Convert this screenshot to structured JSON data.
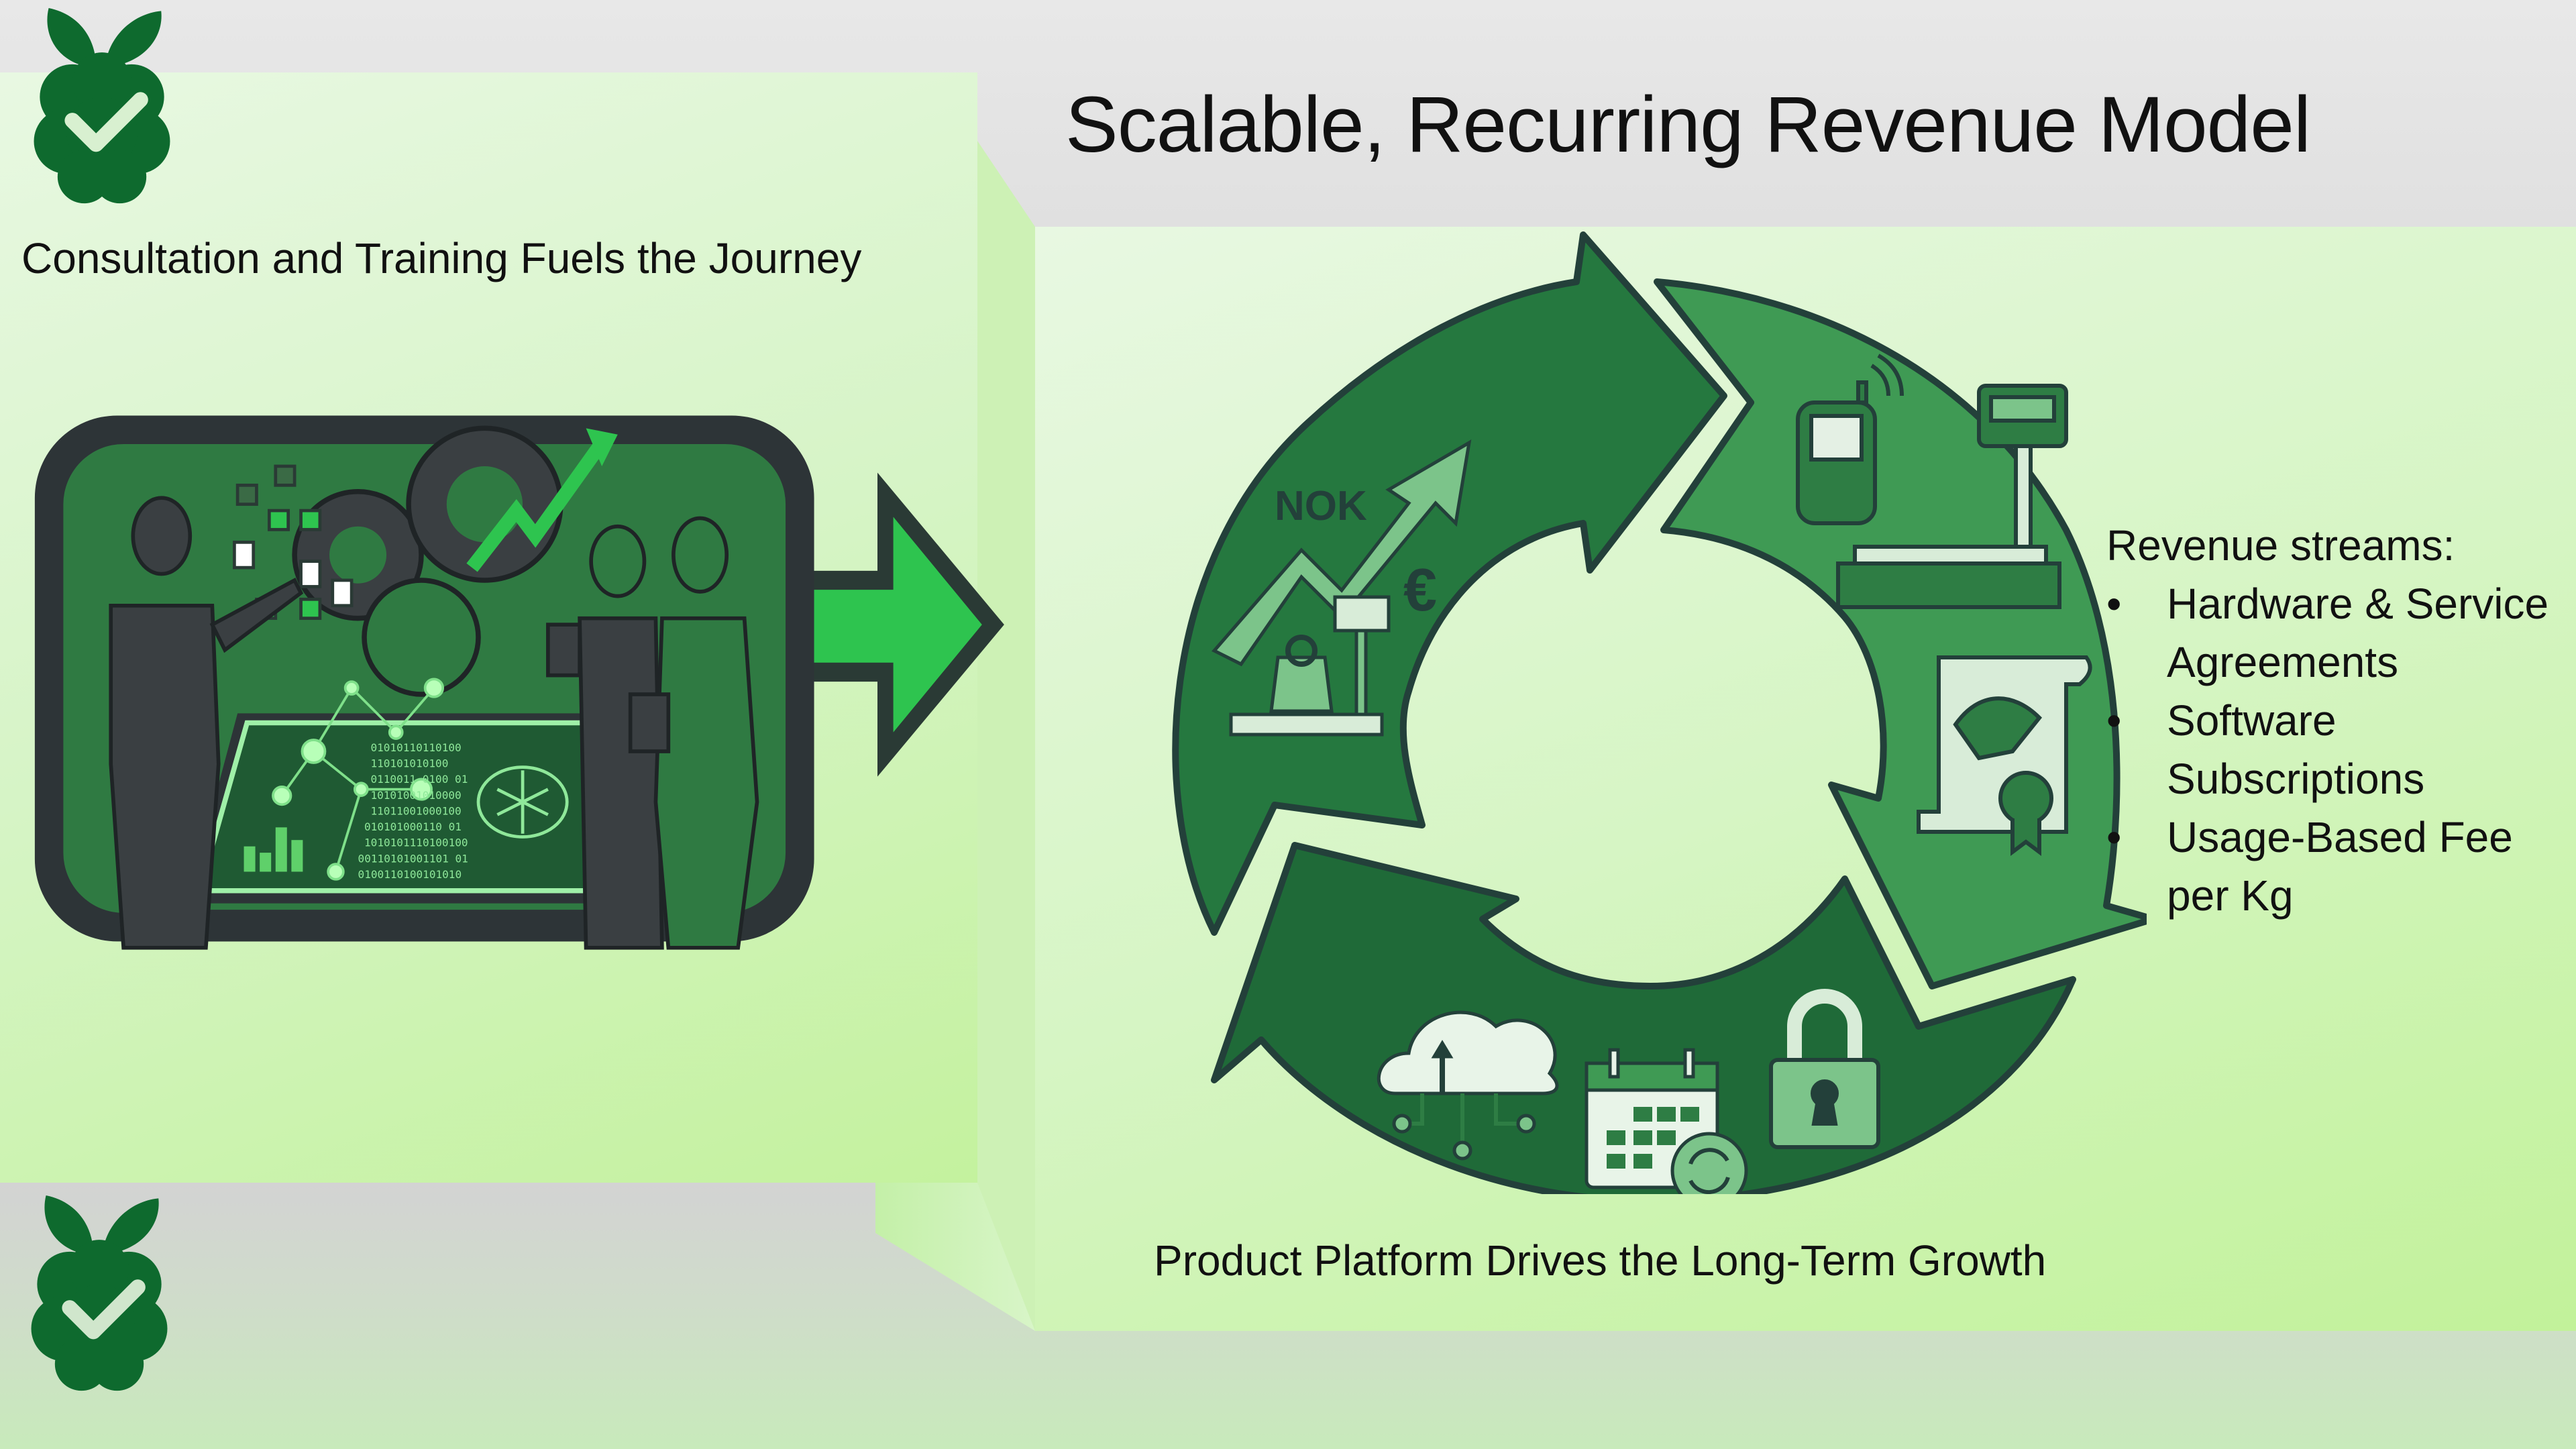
{
  "slide": {
    "title": "Scalable, Recurring Revenue Model",
    "left_heading": "Consultation and Training Fuels the Journey",
    "bottom_caption": "Product Platform Drives the Long-Term Growth"
  },
  "revenue_streams": {
    "heading": "Revenue streams:",
    "bullet_glyph": "•",
    "items": [
      {
        "line1": "Hardware & Service",
        "line2": "Agreements"
      },
      {
        "line1": "Software",
        "line2": "Subscriptions"
      },
      {
        "line1": "Usage-Based Fee",
        "line2": "per Kg"
      }
    ]
  },
  "cycle": {
    "segments": [
      {
        "name": "growth-segment",
        "labels": [
          "NOK",
          "€"
        ],
        "icons": [
          "growth-arrow-icon",
          "scale-icon",
          "weight-icon"
        ]
      },
      {
        "name": "hardware-segment",
        "icons": [
          "handheld-terminal-icon",
          "platform-scale-icon",
          "agreement-handshake-icon"
        ]
      },
      {
        "name": "software-segment",
        "icons": [
          "cloud-icon",
          "calendar-renewal-icon",
          "lock-icon"
        ]
      }
    ]
  },
  "illustration": {
    "binary_lines": [
      "01010110110100",
      "110101010100",
      "0110011 0100 01",
      "10101001010000",
      "11011001000100",
      "010101000110 01",
      "1010101110100100",
      "00110101001101 01",
      "0100110100101010"
    ]
  },
  "colors": {
    "brand_green": "#0e6a2e",
    "cycle_green": "#2e7d44",
    "cycle_green_light": "#3f9a54",
    "outline": "#23403a",
    "accent_arrow": "#2ec44f",
    "panel_green": "#d6f4c6"
  }
}
